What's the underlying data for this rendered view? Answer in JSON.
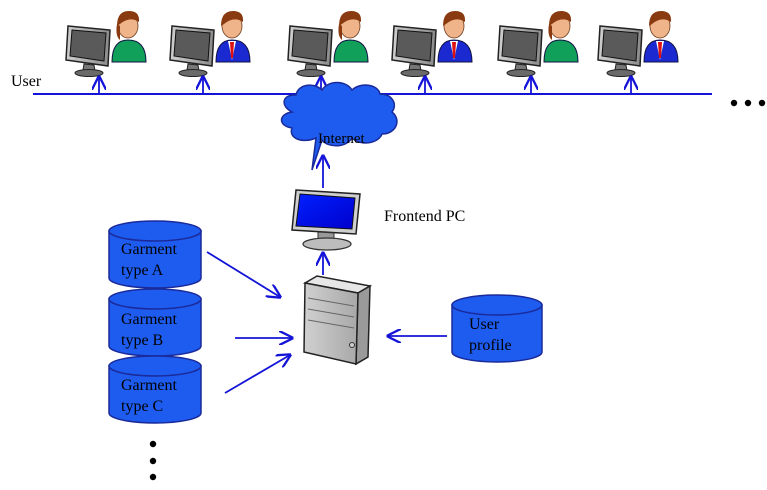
{
  "labels": {
    "user": "User",
    "internet": "Internet",
    "frontend_pc": "Frontend PC"
  },
  "databases": [
    {
      "line1": "Garment",
      "line2": "type A"
    },
    {
      "line1": "Garment",
      "line2": "type B"
    },
    {
      "line1": "Garment",
      "line2": "type C"
    },
    {
      "line1": "User",
      "line2": "profile"
    }
  ],
  "users": [
    {
      "gender": "female",
      "shirt_color": "#11a05a"
    },
    {
      "gender": "male",
      "shirt_color": "#1a2ad0"
    },
    {
      "gender": "female",
      "shirt_color": "#11a05a"
    },
    {
      "gender": "male",
      "shirt_color": "#1a2ad0"
    },
    {
      "gender": "female",
      "shirt_color": "#11a05a"
    },
    {
      "gender": "male",
      "shirt_color": "#1a2ad0"
    }
  ],
  "colors": {
    "arrow": "#1414d8",
    "db_fill": "#1e5cf0",
    "db_stroke": "#1a2a9a",
    "cloud_fill": "#1e5cf0",
    "screen_fill": "#0000ff"
  }
}
